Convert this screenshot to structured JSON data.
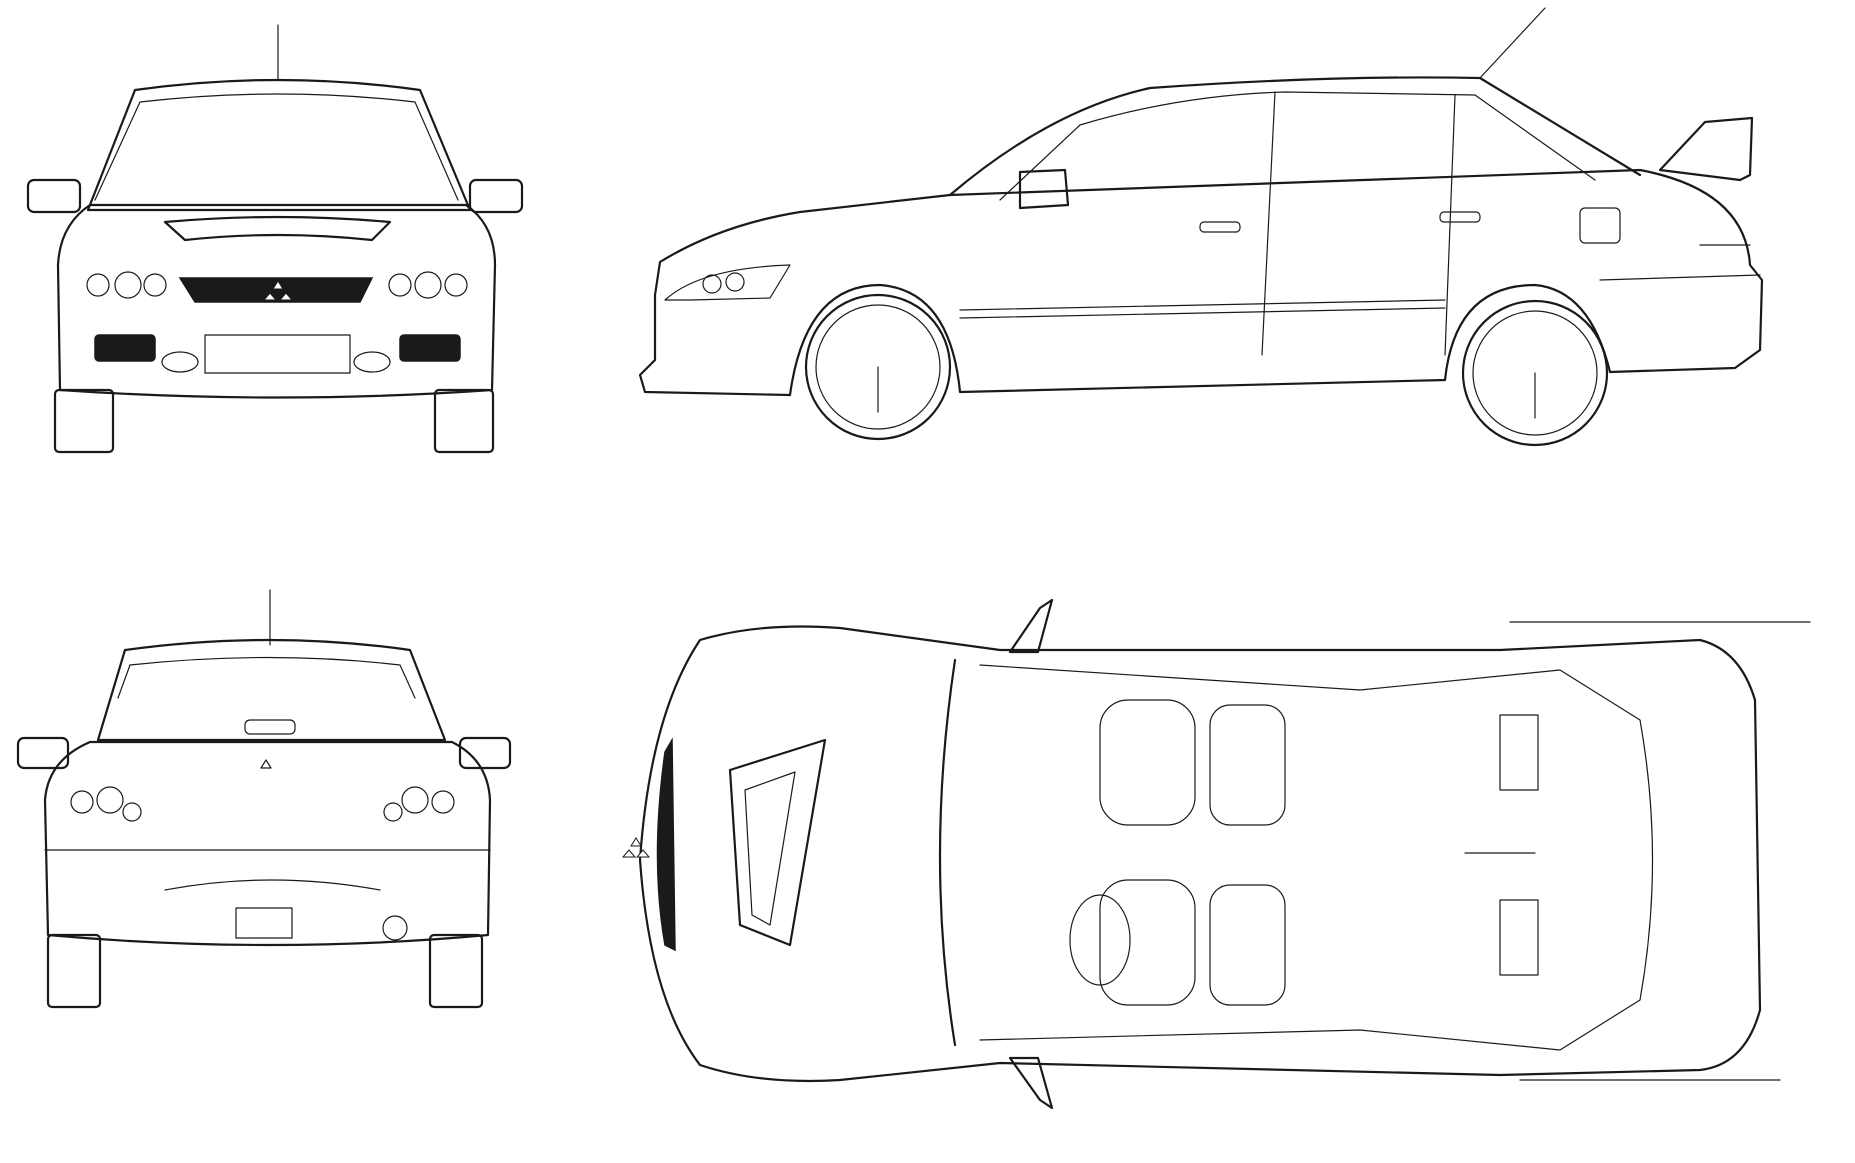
{
  "drawing": {
    "subject": "",
    "line_color": "#1a1a1a",
    "background_color": "#ffffff",
    "views": [
      {
        "id": "front",
        "icon": "car-front-view-icon"
      },
      {
        "id": "side",
        "icon": "car-side-view-icon"
      },
      {
        "id": "rear",
        "icon": "car-rear-view-icon"
      },
      {
        "id": "top",
        "icon": "car-top-view-icon"
      }
    ]
  }
}
